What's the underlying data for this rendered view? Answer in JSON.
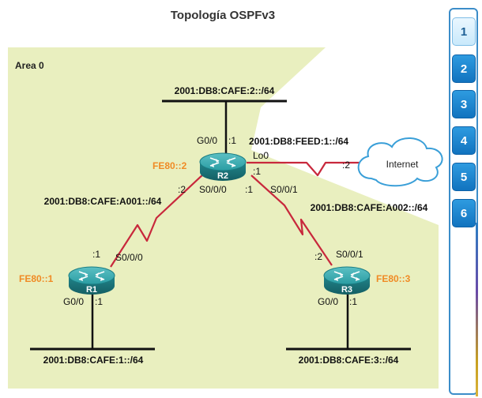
{
  "title": "Topología OSPFv3",
  "area_label": "Area 0",
  "routers": {
    "r1": {
      "name": "R1",
      "link_local": "FE80::1"
    },
    "r2": {
      "name": "R2",
      "link_local": "FE80::2"
    },
    "r3": {
      "name": "R3",
      "link_local": "FE80::3"
    }
  },
  "networks": {
    "r1_lan": "2001:DB8:CAFE:1::/64",
    "r2_lan": "2001:DB8:CAFE:2::/64",
    "r3_lan": "2001:DB8:CAFE:3::/64",
    "r1_r2": "2001:DB8:CAFE:A001::/64",
    "r2_r3": "2001:DB8:CAFE:A002::/64",
    "r2_internet": "2001:DB8:FEED:1::/64"
  },
  "interfaces": {
    "r2_g00": "G0/0",
    "r2_g00_host": ":1",
    "r2_lo0": "Lo0",
    "r2_inet_host": ":1",
    "r2_s000": "S0/0/0",
    "r2_s000_host": ":2",
    "r2_s001": "S0/0/1",
    "r2_s001_host": ":1",
    "r1_s000": "S0/0/0",
    "r1_s000_host": ":1",
    "r1_g00": "G0/0",
    "r1_g00_host": ":1",
    "r3_s001": "S0/0/1",
    "r3_s001_host": ":2",
    "r3_g00": "G0/0",
    "r3_g00_host": ":1",
    "inet_host": ":2"
  },
  "cloud_label": "Internet",
  "colors": {
    "area": "#e9efbf",
    "serial_link": "#c8283c",
    "link_local": "#f08a24",
    "router": "#1f8f96"
  },
  "pages": [
    "1",
    "2",
    "3",
    "4",
    "5",
    "6"
  ],
  "active_page": "1"
}
